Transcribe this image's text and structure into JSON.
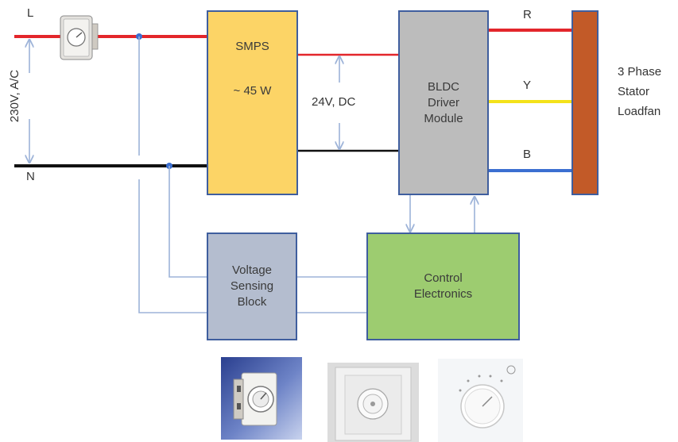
{
  "labels": {
    "line": "L",
    "neutral": "N",
    "supply": "230V, A/C",
    "dc_rail": "24V, DC",
    "phase_r": "R",
    "phase_y": "Y",
    "phase_b": "B",
    "load_line1": "3 Phase",
    "load_line2": "Stator",
    "load_line3": "Loadfan"
  },
  "blocks": {
    "smps": {
      "title": "SMPS",
      "rating": "~ 45 W",
      "color": "#fcd466"
    },
    "driver": {
      "line1": "BLDC",
      "line2": "Driver",
      "line3": "Module",
      "color": "#bcbcbc"
    },
    "sensing": {
      "line1": "Voltage",
      "line2": "Sensing",
      "line3": "Block",
      "color": "#b4bdcf"
    },
    "control": {
      "line1": "Control",
      "line2": "Electronics",
      "color": "#9dcc70"
    },
    "stator": {
      "color": "#c25a28"
    }
  },
  "colors": {
    "live_wire": "#e3262b",
    "neutral_wire": "#111111",
    "phase_r": "#e3262b",
    "phase_y": "#f4e21a",
    "phase_b": "#3b6fd1",
    "signal": "#9db3d8",
    "border": "#3f5e9e"
  },
  "photos": [
    "modular-regulator-photo",
    "square-plate-regulator-photo",
    "round-knob-regulator-photo"
  ]
}
